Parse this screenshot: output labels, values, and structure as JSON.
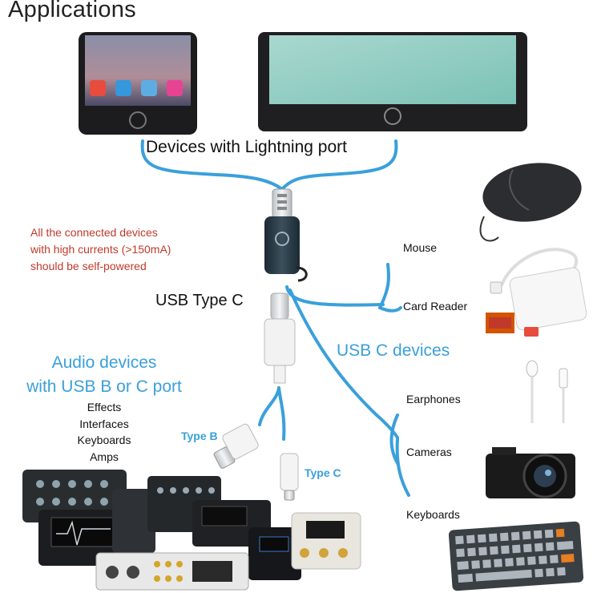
{
  "title": "Applications",
  "lightning": {
    "caption": "Devices with Lightning port"
  },
  "note": {
    "lines": [
      "All the connected devices",
      "with high currents (>150mA)",
      "should be self-powered"
    ]
  },
  "adapter": {
    "label": "USB Type C"
  },
  "usbc": {
    "heading": "USB C devices",
    "devices": [
      "Mouse",
      "Card Reader",
      "Earphones",
      "Cameras",
      "Keyboards"
    ]
  },
  "audio": {
    "heading_line1": "Audio devices",
    "heading_line2": "with USB B or C port",
    "items": [
      "Effects",
      "Interfaces",
      "Keyboards",
      "Amps"
    ],
    "cable_b": "Type B",
    "cable_c": "Type C"
  },
  "colors": {
    "accent": "#3aa0db",
    "warning": "#c0392b",
    "text": "#111111"
  }
}
